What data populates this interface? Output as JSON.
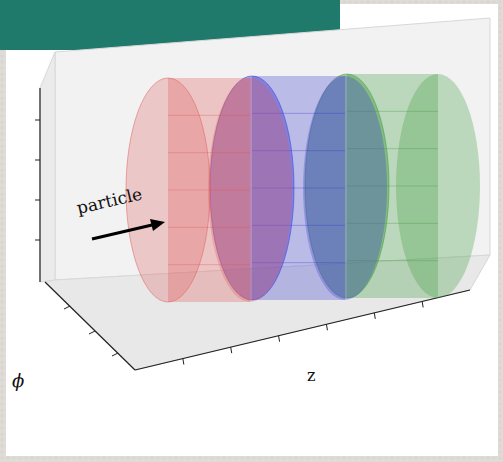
{
  "diagram": {
    "labels": [
      "particle",
      "z",
      "ϕ"
    ]
  }
}
